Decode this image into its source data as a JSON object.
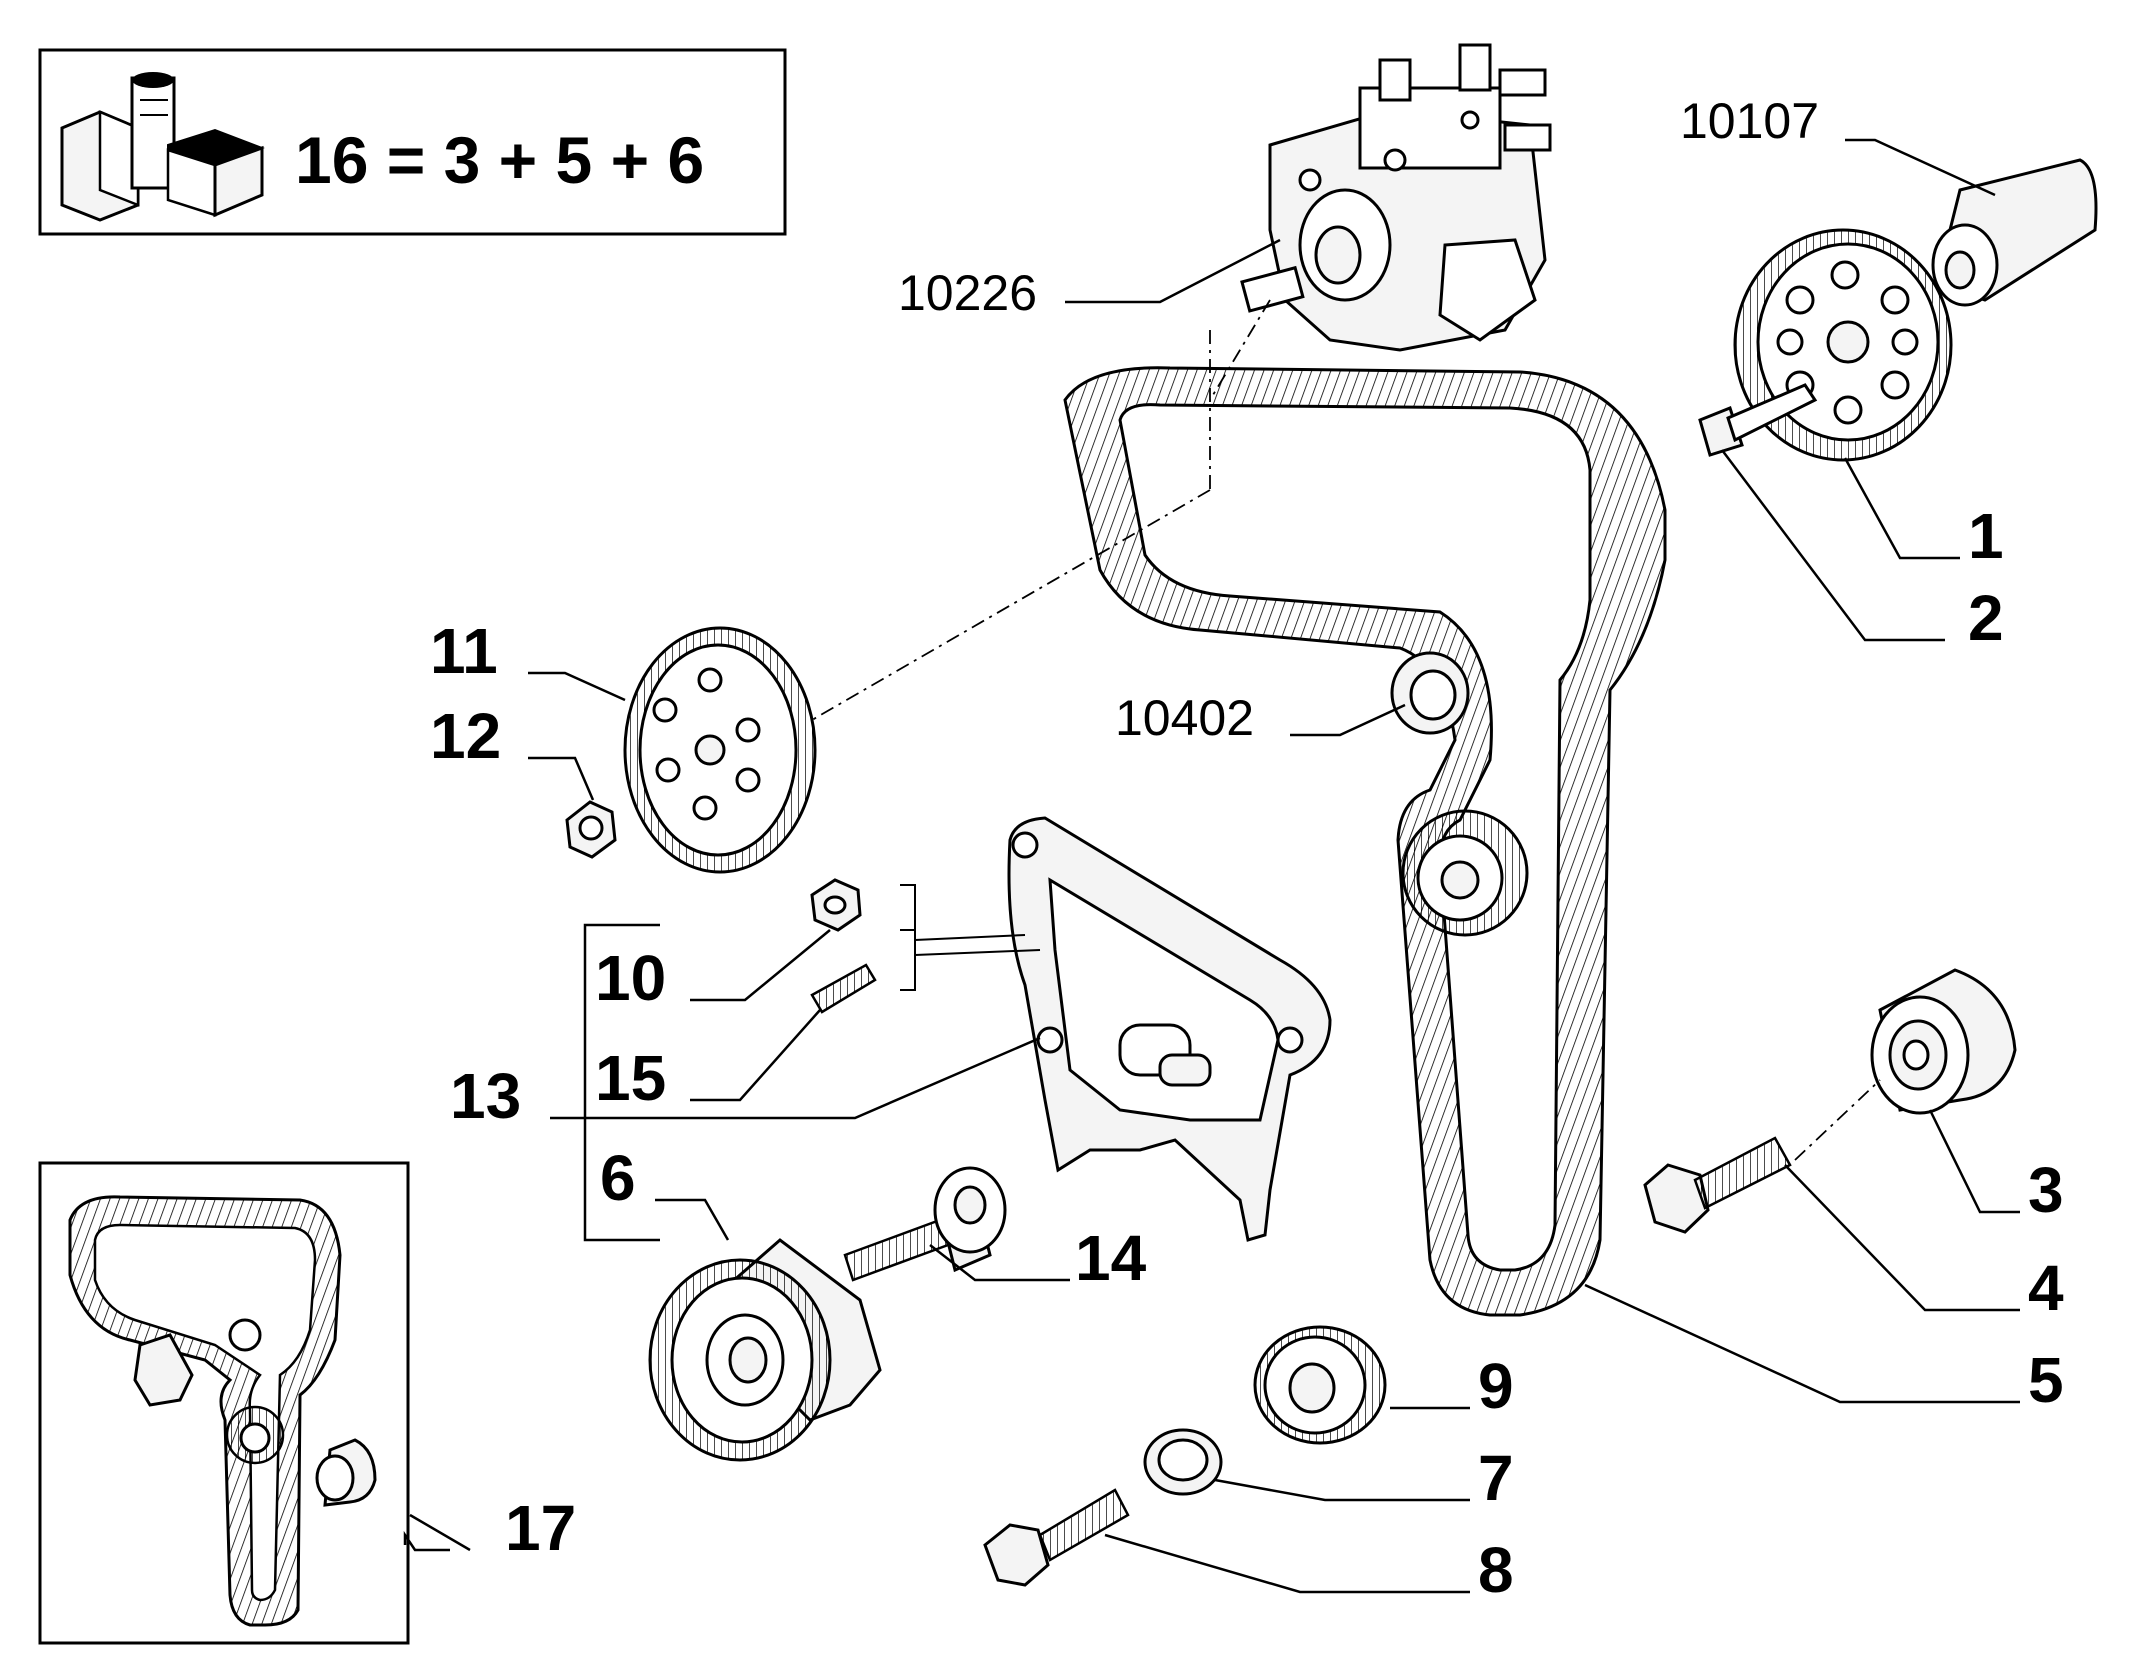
{
  "kit_box": {
    "formula": "16 = 3 + 5 + 6"
  },
  "references": {
    "r10107": "10107",
    "r10226": "10226",
    "r10402": "10402"
  },
  "callouts": {
    "c1": "1",
    "c2": "2",
    "c3": "3",
    "c4": "4",
    "c5": "5",
    "c6": "6",
    "c7": "7",
    "c8": "8",
    "c9": "9",
    "c10": "10",
    "c11": "11",
    "c12": "12",
    "c13": "13",
    "c14": "14",
    "c15": "15",
    "c17": "17"
  },
  "icons": {
    "kit": "kit-package-icon"
  }
}
